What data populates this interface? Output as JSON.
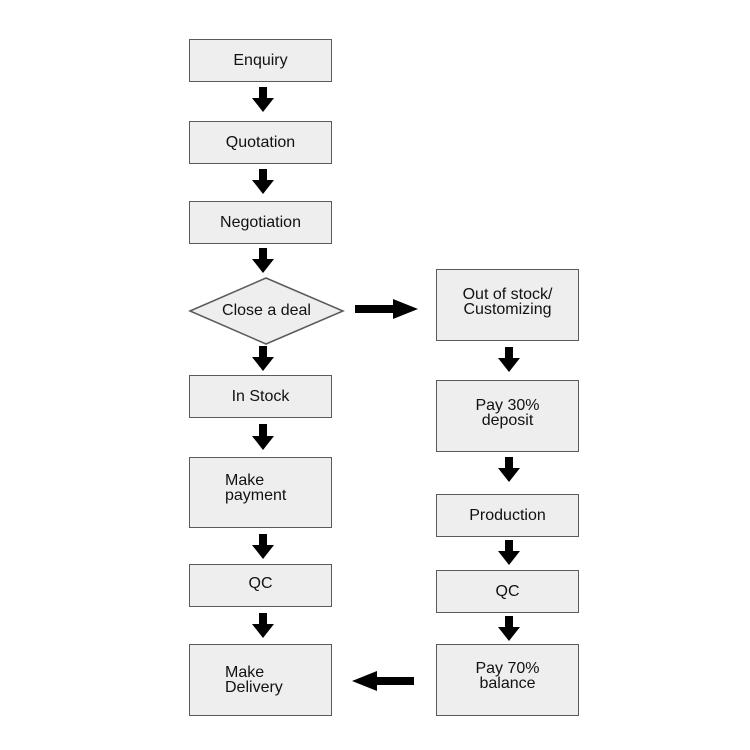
{
  "left_column": {
    "enquiry": "Enquiry",
    "quotation": "Quotation",
    "negotiation": "Negotiation",
    "close_deal": "Close a deal",
    "in_stock": "In Stock",
    "make_payment": "Make\npayment",
    "qc": "QC",
    "make_delivery": "Make\nDelivery"
  },
  "right_column": {
    "out_of_stock": "Out of stock/\nCustomizing",
    "pay_deposit": "Pay 30%\ndeposit",
    "production": "Production",
    "qc": "QC",
    "pay_balance": "Pay 70%\nbalance"
  },
  "colors": {
    "box_fill": "#eeeeee",
    "box_border": "#5a5a5a",
    "arrow": "#000000"
  }
}
